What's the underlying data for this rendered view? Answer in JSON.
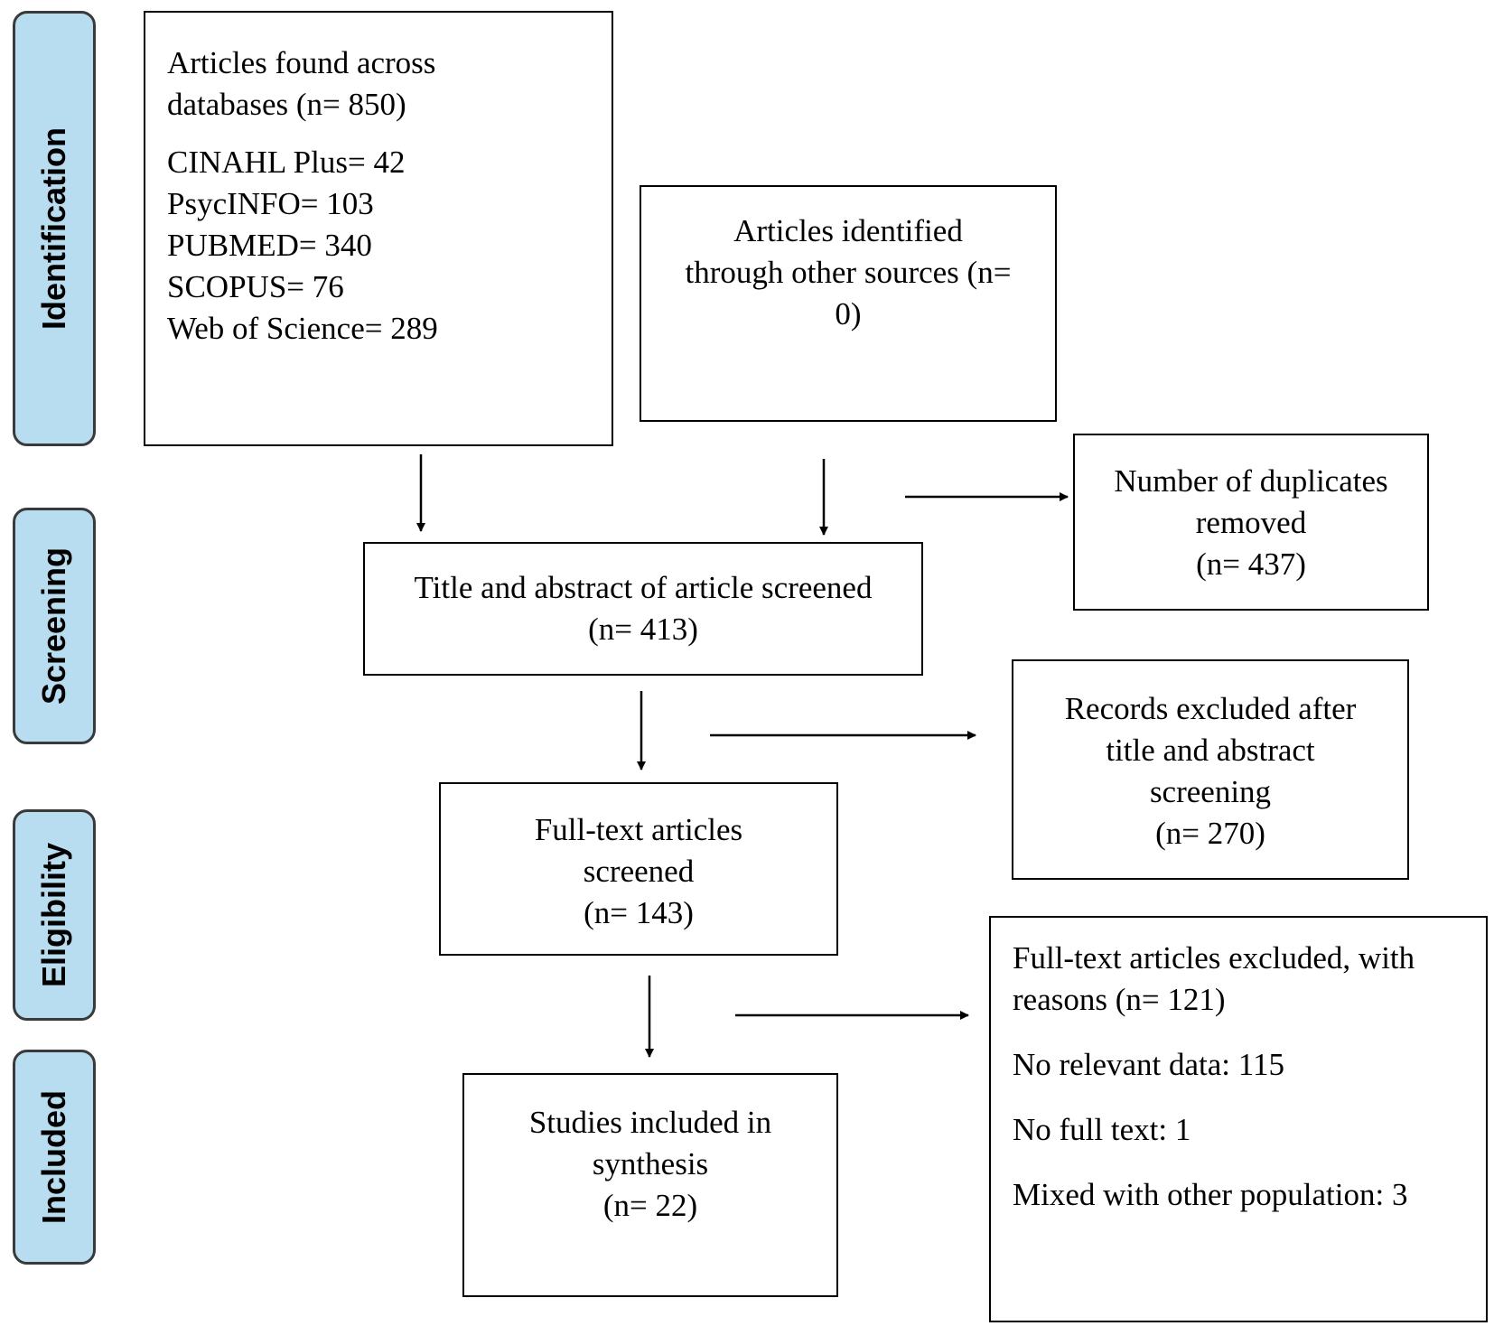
{
  "phases": {
    "identification": "Identification",
    "screening": "Screening",
    "eligibility": "Eligibility",
    "included": "Included"
  },
  "databases_box": {
    "title_line1": "Articles found across",
    "title_line2": "databases (n= 850)",
    "sources": [
      "CINAHL Plus= 42",
      "PsycINFO= 103",
      "PUBMED= 340",
      "SCOPUS= 76",
      "Web of Science= 289"
    ]
  },
  "other_sources_box": {
    "line1": "Articles identified",
    "line2": "through other sources (n=",
    "line3": "0)"
  },
  "duplicates_box": {
    "line1": "Number of duplicates",
    "line2": "removed",
    "line3": "(n= 437)"
  },
  "screened_box": {
    "line1": "Title and abstract of article screened",
    "line2": "(n= 413)"
  },
  "excluded_title_box": {
    "line1": "Records excluded after",
    "line2": "title and abstract",
    "line3": "screening",
    "line4": "(n= 270)"
  },
  "fulltext_box": {
    "line1": "Full-text articles",
    "line2": "screened",
    "line3": "(n= 143)"
  },
  "excluded_fulltext_box": {
    "line1": "Full-text articles excluded, with",
    "line2": "reasons (n= 121)",
    "reasons": [
      "No relevant data: 115",
      "No full text: 1",
      "Mixed with other population: 3"
    ]
  },
  "included_box": {
    "line1": "Studies included in",
    "line2": "synthesis",
    "line3": "(n= 22)"
  }
}
